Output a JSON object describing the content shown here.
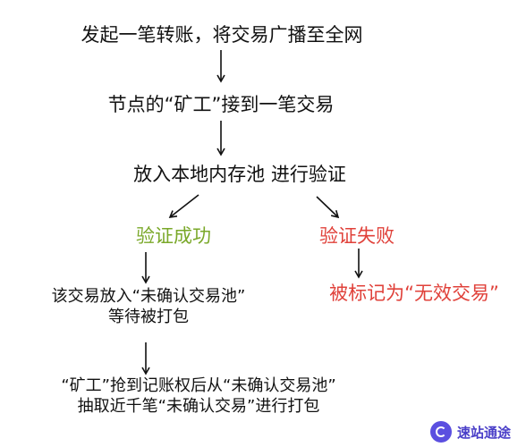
{
  "colors": {
    "text": "#111111",
    "success": "#7aa829",
    "failure": "#e0413a",
    "badge": "#5b4fe0"
  },
  "nodes": {
    "start": "发起一笔转账，将交易广播至全网",
    "miner_receive": "节点的“矿工”接到一笔交易",
    "verify": "放入本地内存池 进行验证",
    "verify_success": "验证成功",
    "verify_failure": "验证失败",
    "invalid_mark": "被标记为“无效交易”",
    "pool_line1": "该交易放入“未确认交易池”",
    "pool_line2": "等待被打包",
    "pack_line1": "“矿工”抢到记账权后从“未确认交易池”",
    "pack_line2": "抽取近千笔“未确认交易”进行打包"
  },
  "watermark": {
    "text": "速站通途",
    "icon": "globe-logo-icon"
  }
}
